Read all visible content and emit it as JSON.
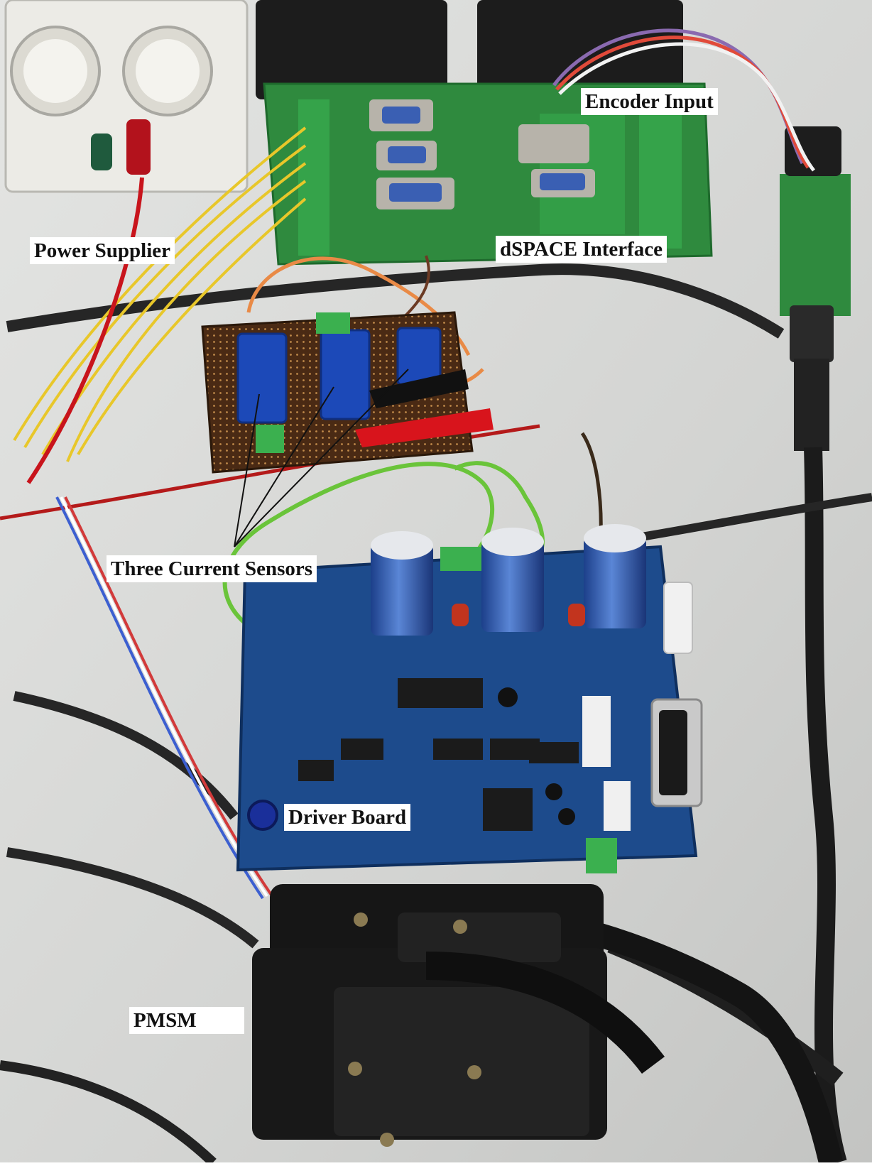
{
  "labels": {
    "power_supplier": "Power Supplier",
    "encoder_input": "Encoder Input",
    "dspace_interface": "dSPACE Interface",
    "three_current_sensors": "Three Current Sensors",
    "driver_board": "Driver Board",
    "pmsm": "PMSM"
  },
  "colors": {
    "desk": "#d7d8d6",
    "pcb_green": "#2f8a3e",
    "driver_pcb_blue": "#1d4b8c",
    "motor_black": "#161616",
    "label_bg": "#ffffff"
  }
}
